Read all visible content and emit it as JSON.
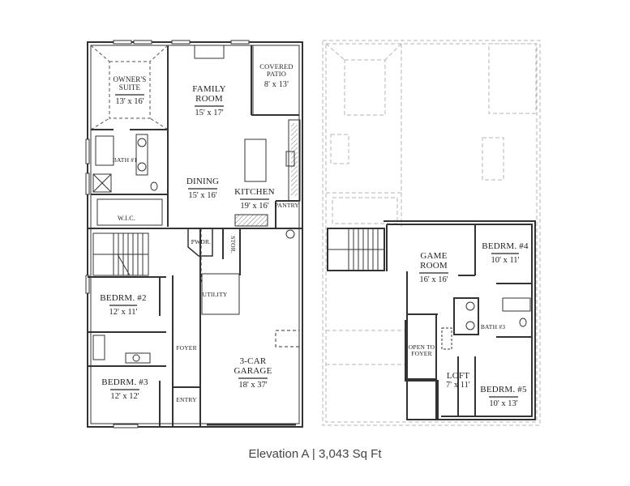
{
  "caption": "Elevation A | 3,043 Sq Ft",
  "first_floor": {
    "rooms": [
      {
        "name": "OWNER'S SUITE",
        "line1": "OWNER'S",
        "line2": "SUITE",
        "dims": "13' x 16'"
      },
      {
        "name": "FAMILY ROOM",
        "line1": "FAMILY",
        "line2": "ROOM",
        "dims": "15' x 17'"
      },
      {
        "name": "COVERED PATIO",
        "line1": "COVERED",
        "line2": "PATIO",
        "dims": "8' x 13'"
      },
      {
        "name": "BATH #1",
        "line1": "BATH #1"
      },
      {
        "name": "DINING",
        "line1": "DINING",
        "dims": "15' x 16'"
      },
      {
        "name": "KITCHEN",
        "line1": "KITCHEN",
        "dims": "19' x 16'"
      },
      {
        "name": "PANTRY",
        "line1": "PANTRY"
      },
      {
        "name": "W.I.C.",
        "line1": "W.I.C."
      },
      {
        "name": "PWDR.",
        "line1": "PWDR."
      },
      {
        "name": "STOR.",
        "line1": "STOR."
      },
      {
        "name": "UTILITY",
        "line1": "UTILITY"
      },
      {
        "name": "BEDRM. #2",
        "line1": "BEDRM. #2",
        "dims": "12' x 11'"
      },
      {
        "name": "FOYER",
        "line1": "FOYER"
      },
      {
        "name": "3-CAR GARAGE",
        "line1": "3-CAR",
        "line2": "GARAGE",
        "dims": "18' x 37'"
      },
      {
        "name": "BEDRM. #3",
        "line1": "BEDRM. #3",
        "dims": "12' x 12'"
      },
      {
        "name": "ENTRY",
        "line1": "ENTRY"
      }
    ]
  },
  "second_floor": {
    "rooms": [
      {
        "name": "GAME ROOM",
        "line1": "GAME",
        "line2": "ROOM",
        "dims": "16' x 16'"
      },
      {
        "name": "BEDRM. #4",
        "line1": "BEDRM. #4",
        "dims": "10' x 11'"
      },
      {
        "name": "BATH #3",
        "line1": "BATH #3"
      },
      {
        "name": "OPEN TO FOYER",
        "line1": "OPEN TO",
        "line2": "FOYER"
      },
      {
        "name": "LOFT",
        "line1": "LOFT",
        "dims": "7' x 11'"
      },
      {
        "name": "BEDRM. #5",
        "line1": "BEDRM. #5",
        "dims": "10' x 13'"
      }
    ]
  },
  "colors": {
    "wall": "#333333",
    "ghost_wall": "#b5b5b5",
    "caption_text": "#444444",
    "background": "#ffffff"
  }
}
